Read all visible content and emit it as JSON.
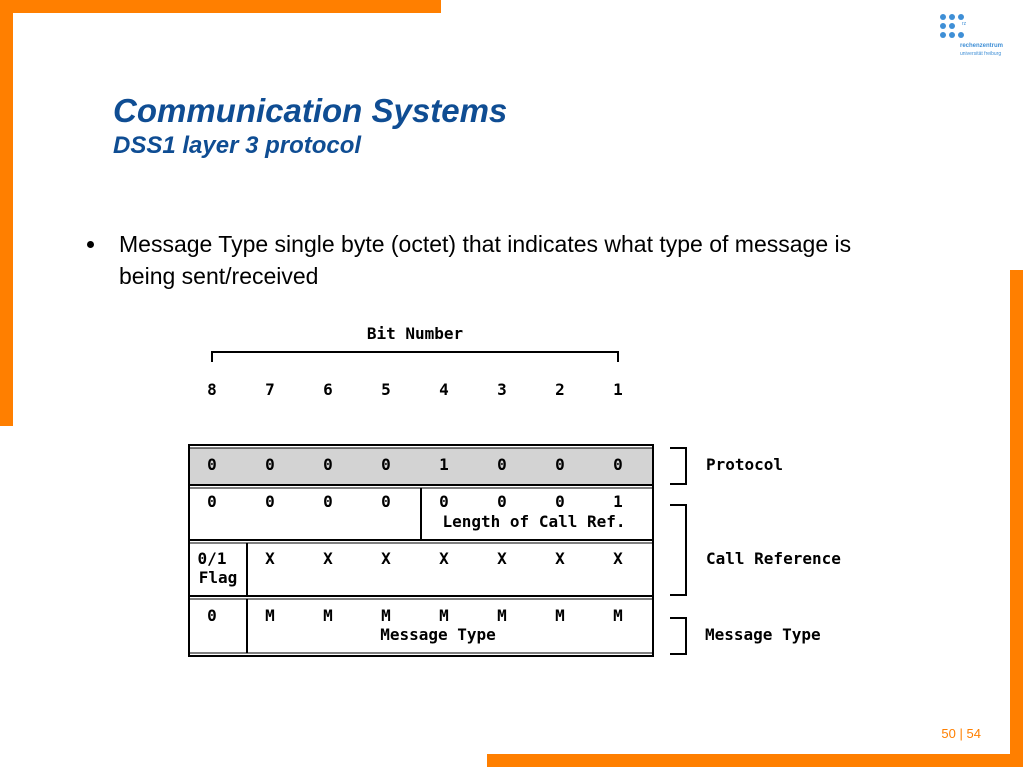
{
  "slide": {
    "title": "Communication Systems",
    "subtitle": "DSS1 layer 3 protocol",
    "bullet": "Message Type single byte (octet) that indicates what type of message is being sent/received",
    "page_current": "50",
    "page_separator": "|",
    "page_total": "54"
  },
  "logo": {
    "mark_text": "rz",
    "line1": "rechenzentrum",
    "line2": "universität freiburg"
  },
  "diagram": {
    "header": "Bit Number",
    "bit_numbers": [
      "8",
      "7",
      "6",
      "5",
      "4",
      "3",
      "2",
      "1"
    ],
    "row_protocol": [
      "0",
      "0",
      "0",
      "0",
      "1",
      "0",
      "0",
      "0"
    ],
    "row_callref_length": [
      "0",
      "0",
      "0",
      "0",
      "0",
      "0",
      "0",
      "1"
    ],
    "length_label": "Length of Call Ref.",
    "flag_value": "0/1",
    "flag_label": "Flag",
    "row_callref_x": [
      "X",
      "X",
      "X",
      "X",
      "X",
      "X",
      "X"
    ],
    "msg_first": "0",
    "row_msg_m": [
      "M",
      "M",
      "M",
      "M",
      "M",
      "M",
      "M"
    ],
    "msg_label": "Message Type",
    "labels": {
      "protocol": "Protocol",
      "call_reference": "Call Reference",
      "message_type": "Message Type"
    },
    "colors": {
      "shaded_row": "#d3d3d3",
      "accent": "#ff7f00",
      "title": "#0f4d93",
      "logo": "#3f8fd6"
    }
  }
}
